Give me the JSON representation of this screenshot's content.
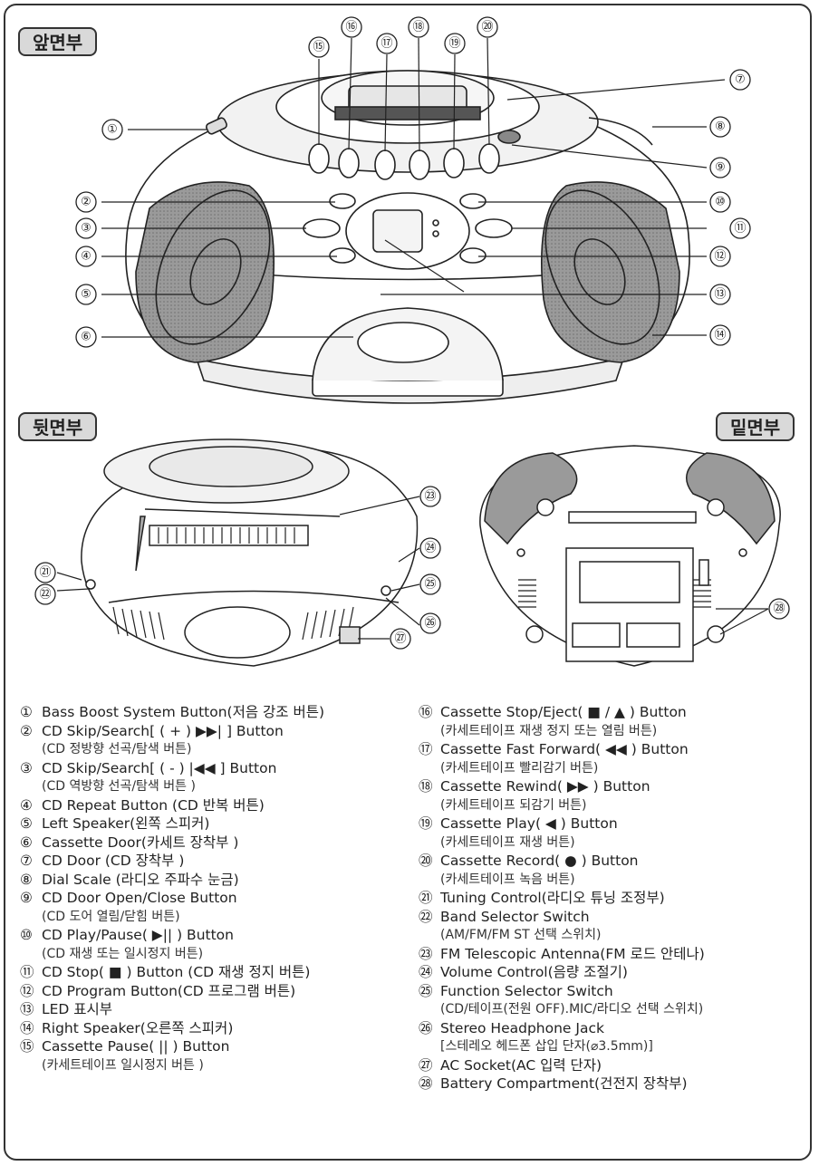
{
  "sections": {
    "front": "앞면부",
    "back": "뒷면부",
    "bottom": "밑면부"
  },
  "callouts": [
    "①",
    "②",
    "③",
    "④",
    "⑤",
    "⑥",
    "⑦",
    "⑧",
    "⑨",
    "⑩",
    "⑪",
    "⑫",
    "⑬",
    "⑭",
    "⑮",
    "⑯",
    "⑰",
    "⑱",
    "⑲",
    "⑳",
    "㉑",
    "㉒",
    "㉓",
    "㉔",
    "㉕",
    "㉖",
    "㉗",
    "㉘"
  ],
  "legend_left": [
    {
      "num": "①",
      "text": "Bass Boost System Button(저음 강조 버튼)",
      "sub": ""
    },
    {
      "num": "②",
      "text": "CD Skip/Search[ ( + ) ▶▶| ] Button",
      "sub": "(CD 정방향 선곡/탐색 버튼)"
    },
    {
      "num": "③",
      "text": "CD Skip/Search[ ( - ) |◀◀ ] Button",
      "sub": "(CD 역방향 선곡/탐색 버튼 )"
    },
    {
      "num": "④",
      "text": "CD Repeat Button (CD 반복 버튼)",
      "sub": ""
    },
    {
      "num": "⑤",
      "text": "Left Speaker(왼쪽 스피커)",
      "sub": ""
    },
    {
      "num": "⑥",
      "text": "Cassette Door(카세트 장착부 )",
      "sub": ""
    },
    {
      "num": "⑦",
      "text": "CD Door (CD 장착부 )",
      "sub": ""
    },
    {
      "num": "⑧",
      "text": "Dial Scale (라디오 주파수 눈금)",
      "sub": ""
    },
    {
      "num": "⑨",
      "text": "CD Door Open/Close Button",
      "sub": "(CD 도어 열림/닫힘 버튼)"
    },
    {
      "num": "⑩",
      "text": "CD Play/Pause( ▶|| ) Button",
      "sub": "(CD 재생 또는 일시정지 버튼)"
    },
    {
      "num": "⑪",
      "text": "CD Stop( ■ ) Button (CD 재생 정지 버튼)",
      "sub": ""
    },
    {
      "num": "⑫",
      "text": "CD Program Button(CD 프로그램 버튼)",
      "sub": ""
    },
    {
      "num": "⑬",
      "text": "LED 표시부",
      "sub": ""
    },
    {
      "num": "⑭",
      "text": "Right Speaker(오른쪽 스피커)",
      "sub": ""
    },
    {
      "num": "⑮",
      "text": "Cassette Pause( || ) Button",
      "sub": "(카세트테이프 일시정지 버튼 )"
    }
  ],
  "legend_right": [
    {
      "num": "⑯",
      "text": "Cassette Stop/Eject( ■ / ▲ ) Button",
      "sub": "(카세트테이프 재생 정지 또는 열림 버튼)"
    },
    {
      "num": "⑰",
      "text": "Cassette Fast Forward( ◀◀ ) Button",
      "sub": "(카세트테이프 빨리감기 버튼)"
    },
    {
      "num": "⑱",
      "text": "Cassette Rewind( ▶▶ ) Button",
      "sub": "(카세트테이프 되감기 버튼)"
    },
    {
      "num": "⑲",
      "text": "Cassette Play( ◀ ) Button",
      "sub": "(카세트테이프 재생 버튼)"
    },
    {
      "num": "⑳",
      "text": "Cassette Record( ● ) Button",
      "sub": "(카세트테이프 녹음 버튼)"
    },
    {
      "num": "㉑",
      "text": "Tuning Control(라디오 튜닝 조정부)",
      "sub": ""
    },
    {
      "num": "㉒",
      "text": "Band Selector Switch",
      "sub": "(AM/FM/FM ST 선택 스위치)"
    },
    {
      "num": "㉓",
      "text": "FM Telescopic Antenna(FM 로드 안테나)",
      "sub": ""
    },
    {
      "num": "㉔",
      "text": "Volume Control(음량 조절기)",
      "sub": ""
    },
    {
      "num": "㉕",
      "text": "Function Selector Switch",
      "sub": "(CD/테이프(전원 OFF).MIC/라디오 선택 스위치)"
    },
    {
      "num": "㉖",
      "text": "Stereo Headphone Jack",
      "sub": "[스테레오 헤드폰 삽입 단자(⌀3.5mm)]"
    },
    {
      "num": "㉗",
      "text": "AC Socket(AC 입력 단자)",
      "sub": ""
    },
    {
      "num": "㉘",
      "text": "Battery Compartment(건전지 장착부)",
      "sub": ""
    }
  ]
}
